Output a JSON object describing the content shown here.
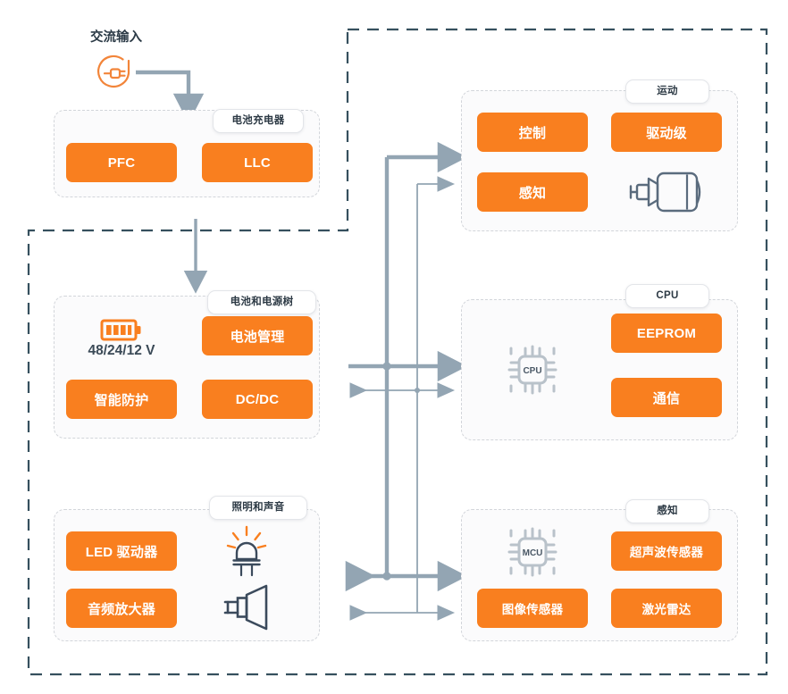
{
  "diagram": {
    "title": "交流输入",
    "colors": {
      "block_orange": "#f97f1f",
      "wire_gray": "#93a5b3",
      "enclosure_dark": "#36505e",
      "panel_dash": "#d2d5da",
      "text_dark": "#2d3a45"
    }
  },
  "source": {
    "label": "交流输入",
    "icon": "ac-plug-icon"
  },
  "panels": [
    {
      "id": "battery-charger",
      "label": "电池充电器",
      "blocks": [
        {
          "label": "PFC"
        },
        {
          "label": "LLC"
        }
      ]
    },
    {
      "id": "battery-power-tree",
      "label": "电池和电源树",
      "blocks": [
        {
          "label": "电池管理"
        },
        {
          "label": "智能防护"
        },
        {
          "label": "DC/DC"
        }
      ],
      "icons": [
        {
          "name": "battery-icon",
          "caption": "48/24/12 V"
        }
      ]
    },
    {
      "id": "lighting-sound",
      "label": "照明和声音",
      "blocks": [
        {
          "label": "LED 驱动器"
        },
        {
          "label": "音频放大器"
        }
      ],
      "icons": [
        {
          "name": "led-lamp-icon"
        },
        {
          "name": "speaker-icon"
        }
      ]
    },
    {
      "id": "motion",
      "label": "运动",
      "blocks": [
        {
          "label": "控制"
        },
        {
          "label": "驱动级"
        },
        {
          "label": "感知"
        }
      ],
      "icons": [
        {
          "name": "motor-icon"
        }
      ]
    },
    {
      "id": "cpu",
      "label": "CPU",
      "blocks": [
        {
          "label": "EEPROM"
        },
        {
          "label": "通信"
        }
      ],
      "icons": [
        {
          "name": "cpu-chip-icon",
          "caption": "CPU"
        }
      ]
    },
    {
      "id": "sensing",
      "label": "感知",
      "blocks": [
        {
          "label": "超声波传感器"
        },
        {
          "label": "图像传感器"
        },
        {
          "label": "激光雷达"
        }
      ],
      "icons": [
        {
          "name": "mcu-chip-icon",
          "caption": "MCU"
        }
      ]
    }
  ],
  "buses": [
    {
      "name": "power-bus",
      "style": "thick"
    },
    {
      "name": "signal-bus",
      "style": "thin"
    }
  ]
}
